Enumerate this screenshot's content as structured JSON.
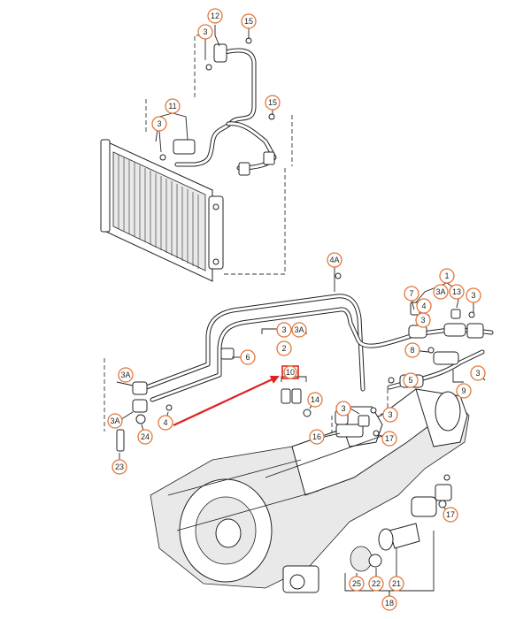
{
  "diagram": {
    "highlight_color": "#e02020",
    "callout_color": "#e2763a",
    "highlighted_label": "10",
    "labels": {
      "c12": "12",
      "c15a": "15",
      "c3a": "3",
      "c11": "11",
      "c15b": "15",
      "c3b": "3",
      "c4a": "4A",
      "c1": "1",
      "c7": "7",
      "c3a_top": "3A",
      "c13": "13",
      "c3c": "3",
      "c4": "4",
      "c3d": "3",
      "c3e": "3",
      "c3a_mid": "3A",
      "c2": "2",
      "c6": "6",
      "c8": "8",
      "c5": "5",
      "c3f": "3",
      "c9": "9",
      "c10": "10",
      "c14": "14",
      "c3g": "3",
      "c3h": "3",
      "c16": "16",
      "c17a": "17",
      "c3a_left": "3A",
      "c3a_left2": "3A",
      "c4b": "4",
      "c24": "24",
      "c23": "23",
      "c17b": "17",
      "c25": "25",
      "c22": "22",
      "c21": "21",
      "c18": "18"
    }
  }
}
